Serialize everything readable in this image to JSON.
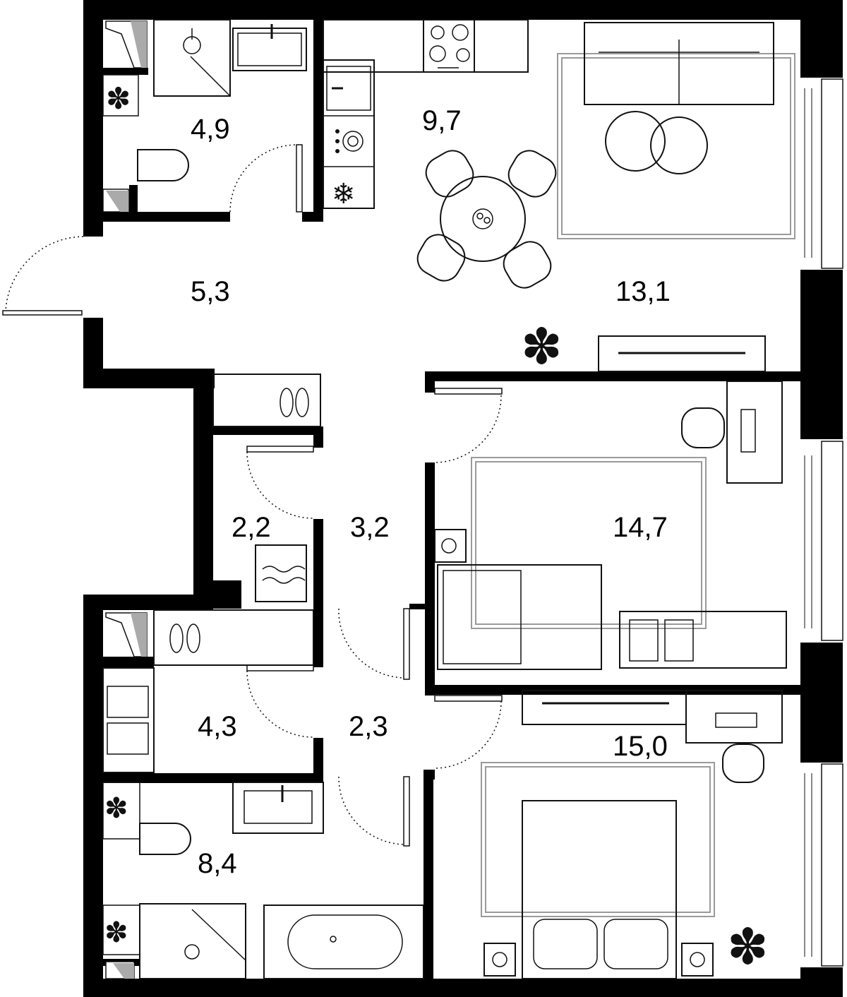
{
  "floor_plan": {
    "rooms": [
      {
        "id": "bathroom-top",
        "area": "4,9"
      },
      {
        "id": "kitchen",
        "area": "9,7"
      },
      {
        "id": "living-room",
        "area": "13,1"
      },
      {
        "id": "entrance-hall",
        "area": "5,3"
      },
      {
        "id": "storage",
        "area": "2,2"
      },
      {
        "id": "corridor-upper",
        "area": "3,2"
      },
      {
        "id": "bedroom-1",
        "area": "14,7"
      },
      {
        "id": "dressing-room",
        "area": "4,3"
      },
      {
        "id": "corridor-lower",
        "area": "2,3"
      },
      {
        "id": "bedroom-2",
        "area": "15,0"
      },
      {
        "id": "bathroom-bottom",
        "area": "8,4"
      }
    ],
    "icons": {
      "stove": "stove-icon",
      "fridge": "snowflake-icon",
      "plant": "plant-icon",
      "dishwasher": "dishwasher-icon"
    },
    "colors": {
      "wall": "#000000",
      "furniture": "#111111",
      "rug": "#9a9a9a",
      "background": "#ffffff"
    }
  }
}
